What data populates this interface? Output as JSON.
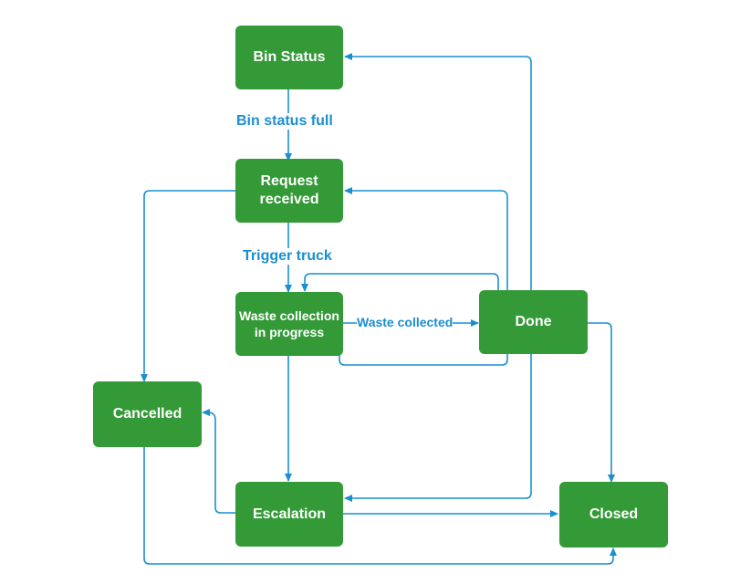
{
  "nodes": {
    "bin_status": "Bin Status",
    "request_received": "Request received",
    "waste_collection": "Waste collection in progress",
    "done": "Done",
    "cancelled": "Cancelled",
    "escalation": "Escalation",
    "closed": "Closed"
  },
  "edge_labels": {
    "bin_full": "Bin status full",
    "trigger_truck": "Trigger truck",
    "waste_collected": "Waste collected"
  },
  "colors": {
    "node_fill": "#349a38",
    "edge": "#1a8fd0"
  }
}
